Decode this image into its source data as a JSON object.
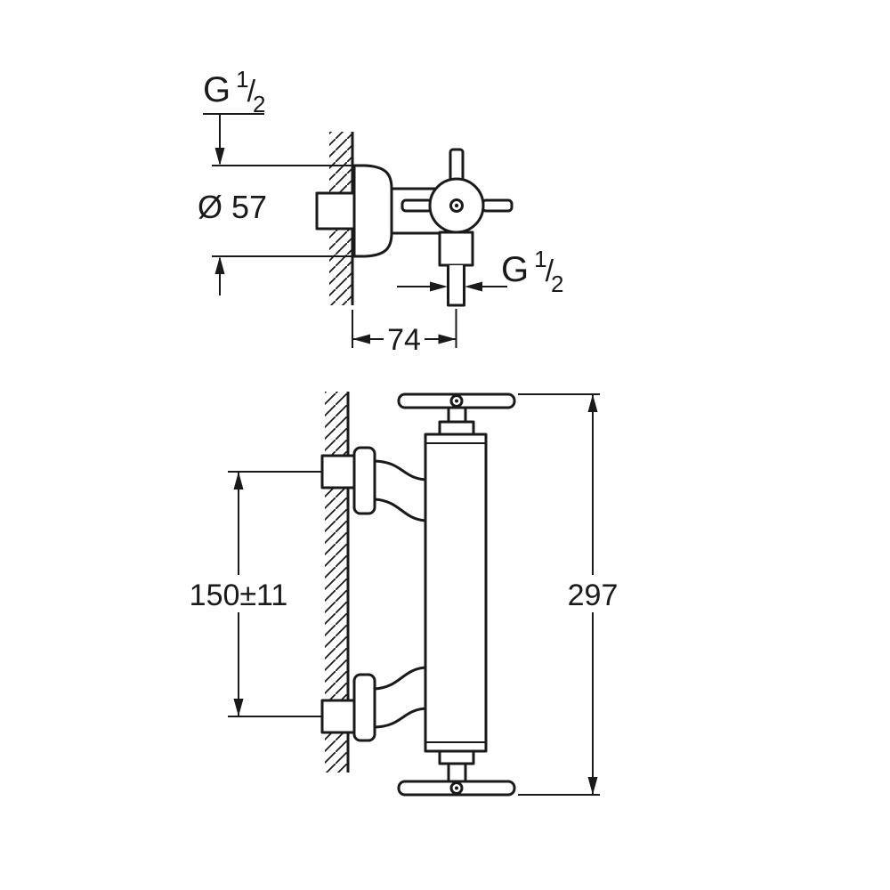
{
  "drawing": {
    "type": "technical-dimension-drawing",
    "subject": "wall-mounted shower mixer with cross handles, top view and front view"
  },
  "colors": {
    "line_color": "#1a1a1a",
    "background": "#ffffff"
  },
  "dims": {
    "g_half": {
      "prefix": "G",
      "num": "1",
      "sep": "/",
      "den": "2"
    },
    "escutcheon_diameter": "Ø 57",
    "wall_to_outlet_center": "74",
    "connection_spacing": "150±11",
    "overall_height": "297"
  }
}
